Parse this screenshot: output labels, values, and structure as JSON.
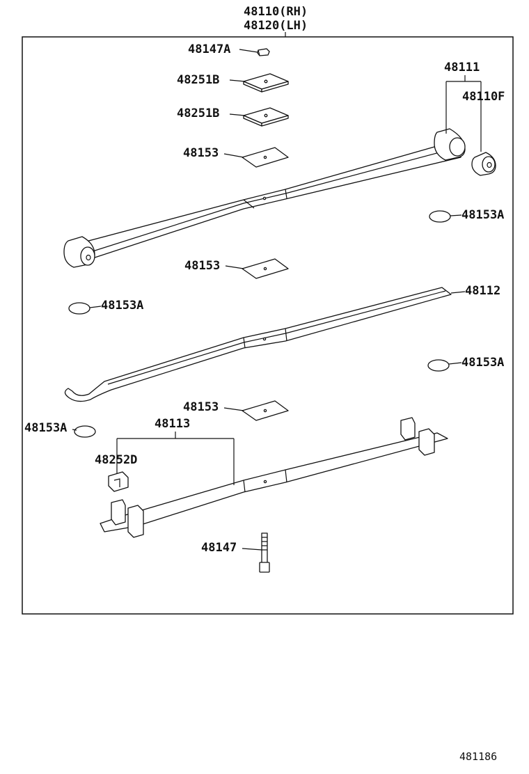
{
  "assembly": {
    "rh": "48110(RH)",
    "lh": "48120(LH)"
  },
  "labels": {
    "p48147A": "48147A",
    "p48251B_1": "48251B",
    "p48251B_2": "48251B",
    "p48153_1": "48153",
    "p48153_2": "48153",
    "p48153_3": "48153",
    "p48111": "48111",
    "p48110F": "48110F",
    "p48153A_1": "48153A",
    "p48153A_2": "48153A",
    "p48153A_3": "48153A",
    "p48153A_4": "48153A",
    "p48112": "48112",
    "p48113": "48113",
    "p48252D": "48252D",
    "p48147": "48147"
  },
  "figure_number": "481186"
}
